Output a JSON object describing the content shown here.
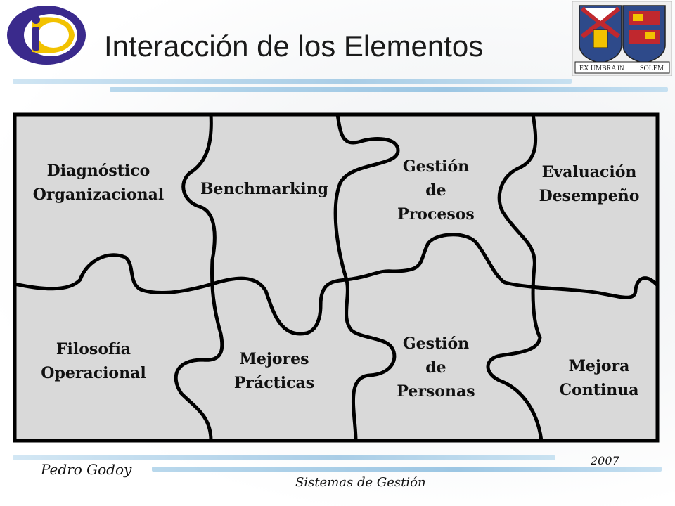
{
  "header": {
    "title": "Interacción de los Elementos",
    "crest_motto_left": "EX UMBRA",
    "crest_motto_mid": "IN",
    "crest_motto_right": "SOLEM"
  },
  "pieces": [
    {
      "id": "diagnostico",
      "line1": "Diagnóstico",
      "line2": "Organizacional",
      "line3": ""
    },
    {
      "id": "benchmarking",
      "line1": "Benchmarking",
      "line2": "",
      "line3": ""
    },
    {
      "id": "gestion-procesos",
      "line1": "Gestión",
      "line2": "de",
      "line3": "Procesos"
    },
    {
      "id": "evaluacion",
      "line1": "Evaluación",
      "line2": "Desempeño",
      "line3": ""
    },
    {
      "id": "filosofia",
      "line1": "Filosofía",
      "line2": "Operacional",
      "line3": ""
    },
    {
      "id": "mejores-practicas",
      "line1": "Mejores",
      "line2": "Prácticas",
      "line3": ""
    },
    {
      "id": "gestion-personas",
      "line1": "Gestión",
      "line2": "de",
      "line3": "Personas"
    },
    {
      "id": "mejora-continua",
      "line1": "Mejora",
      "line2": "Continua",
      "line3": ""
    }
  ],
  "footer": {
    "author": "Pedro Godoy",
    "year": "2007",
    "course": "Sistemas de Gestión"
  },
  "colors": {
    "puzzle_fill": "#d9d9d9",
    "outline": "#000000",
    "logo_purple": "#3a2a8c",
    "logo_yellow": "#f2c200",
    "crest_blue": "#2e4a8a",
    "crest_red": "#c0282e"
  }
}
